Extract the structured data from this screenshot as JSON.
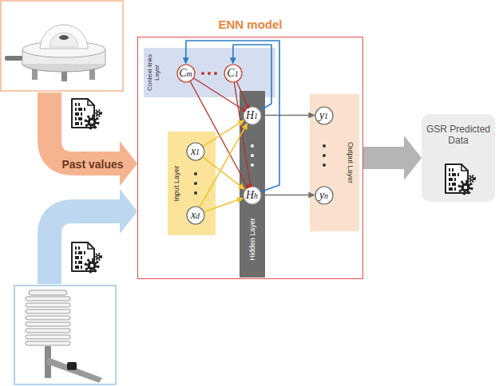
{
  "diagram": {
    "nodes": [
      {
        "text": [
          "ENN model"
        ]
      },
      {
        "text": [
          "Context links Layer"
        ],
        "in": 0
      },
      {
        "text": [
          "Cm"
        ],
        "in": 1
      },
      {
        "text": [
          "C1"
        ],
        "in": 1
      },
      {
        "text": [
          "Input Layer"
        ],
        "in": 0
      },
      {
        "text": [
          "x1"
        ],
        "in": 4
      },
      {
        "text": [
          "xd"
        ],
        "in": 4
      },
      {
        "text": [
          "Hidden Layer"
        ],
        "in": 0
      },
      {
        "text": [
          "H1"
        ],
        "in": 7
      },
      {
        "text": [
          "Hh"
        ],
        "in": 7
      },
      {
        "text": [
          "Output Layer"
        ],
        "in": 0
      },
      {
        "text": [
          "y1"
        ],
        "in": 10
      },
      {
        "text": [
          "yn"
        ],
        "in": 10
      },
      {
        "text": [
          "GSR Predicted Data"
        ]
      }
    ],
    "edges": [
      {
        "from": 2,
        "to": 8,
        "arrow": "to"
      },
      {
        "from": 2,
        "to": 9,
        "arrow": "to"
      },
      {
        "from": 3,
        "to": 8,
        "arrow": "to"
      },
      {
        "from": 3,
        "to": 9,
        "arrow": "to"
      },
      {
        "from": 5,
        "to": 8,
        "arrow": "to"
      },
      {
        "from": 5,
        "to": 9,
        "arrow": "to"
      },
      {
        "from": 6,
        "to": 8,
        "arrow": "to"
      },
      {
        "from": 6,
        "to": 9,
        "arrow": "to"
      },
      {
        "from": 8,
        "to": 11,
        "arrow": "to"
      },
      {
        "from": 9,
        "to": 12,
        "arrow": "to"
      },
      {
        "from": 8,
        "to": 3,
        "arrow": "to"
      },
      {
        "from": 9,
        "to": 2,
        "arrow": "to"
      },
      {
        "from": 0,
        "to": 13,
        "arrow": "to"
      }
    ],
    "labels": [
      "Past values"
    ]
  }
}
